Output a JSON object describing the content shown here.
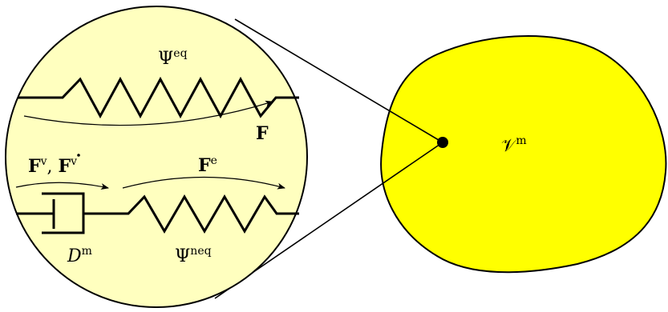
{
  "diagram": {
    "colors": {
      "circle_fill": "#FFFFBF",
      "blob_fill": "#FFFF00",
      "stroke": "#000000"
    },
    "labels": {
      "psi_eq_base": "Ψ",
      "psi_eq_sup": "eq",
      "F_total": "F",
      "Fv_base": "F",
      "Fv_sup": "v",
      "Fv_sep": ", ",
      "Fv_dot_base": "F",
      "Fv_dot_sup": "v",
      "Fe_base": "F",
      "Fe_sup": "e",
      "D_base": "D",
      "D_sup": "m",
      "psi_neq_base": "Ψ",
      "psi_neq_sup": "neq",
      "V_base": "𝒱",
      "V_sup": "m"
    }
  }
}
